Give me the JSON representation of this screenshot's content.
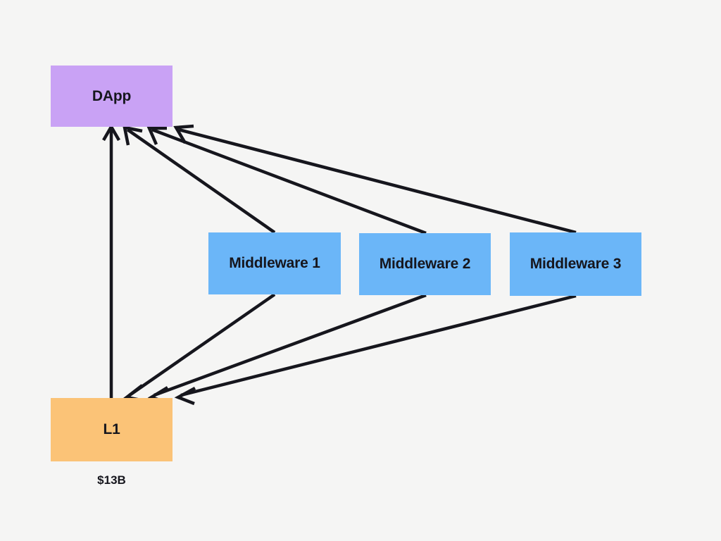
{
  "diagram": {
    "background_color": "#f5f5f4",
    "edge_color": "#16161d",
    "nodes": [
      {
        "id": "dapp",
        "label": "DApp",
        "color": "#c9a2f5"
      },
      {
        "id": "mw1",
        "label": "Middleware 1",
        "color": "#6bb6f8"
      },
      {
        "id": "mw2",
        "label": "Middleware 2",
        "color": "#6bb6f8"
      },
      {
        "id": "mw3",
        "label": "Middleware 3",
        "color": "#6bb6f8"
      },
      {
        "id": "l1",
        "label": "L1",
        "color": "#fbc377"
      }
    ],
    "captions": [
      {
        "for": "l1",
        "text": "$13B"
      }
    ],
    "edges": [
      {
        "from": "l1",
        "to": "dapp",
        "style": "arrow"
      },
      {
        "from": "mw1",
        "to": "dapp",
        "style": "arrow"
      },
      {
        "from": "mw2",
        "to": "dapp",
        "style": "arrow"
      },
      {
        "from": "mw3",
        "to": "dapp",
        "style": "arrow"
      },
      {
        "from": "mw1",
        "to": "l1",
        "style": "arrow"
      },
      {
        "from": "mw2",
        "to": "l1",
        "style": "arrow"
      },
      {
        "from": "mw3",
        "to": "l1",
        "style": "arrow"
      }
    ]
  }
}
